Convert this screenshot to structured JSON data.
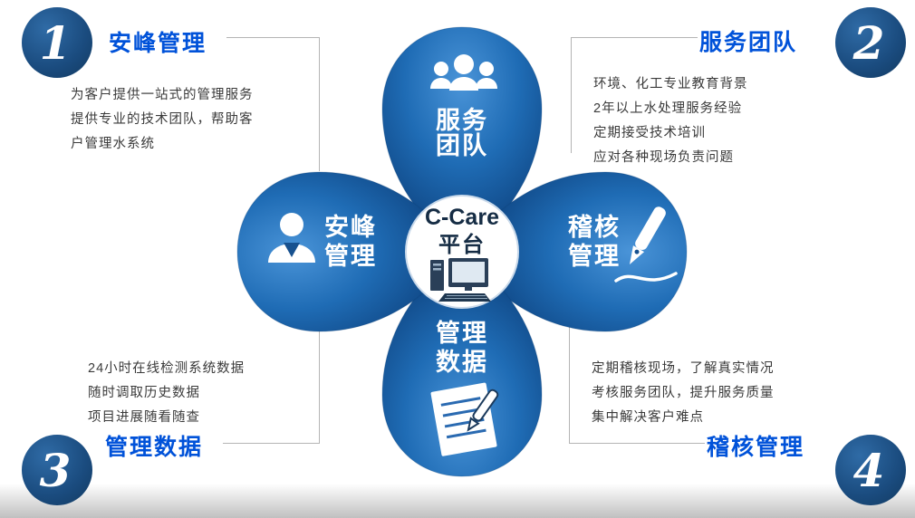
{
  "colors": {
    "accent_blue": "#0052d9",
    "badge_blue": "#1a4b7e",
    "petal_light": "#4a94d8",
    "petal_dark": "#0a3a74",
    "body_text": "#3a3a3a",
    "connector_gray": "#b4b4b4"
  },
  "sections": {
    "top_left": {
      "number": "1",
      "heading": "安峰管理",
      "lines": [
        "为客户提供一站式的管理服务",
        "提供专业的技术团队，帮助客",
        "户管理水系统"
      ]
    },
    "top_right": {
      "number": "2",
      "heading": "服务团队",
      "lines": [
        "环境、化工专业教育背景",
        "2年以上水处理服务经验",
        "定期接受技术培训",
        "应对各种现场负责问题"
      ]
    },
    "bottom_left": {
      "number": "3",
      "heading": "管理数据",
      "lines": [
        "24小时在线检测系统数据",
        "随时调取历史数据",
        "项目进展随看随查"
      ]
    },
    "bottom_right": {
      "number": "4",
      "heading": "稽核管理",
      "lines": [
        "定期稽核现场，了解真实情况",
        "考核服务团队，提升服务质量",
        "集中解决客户难点"
      ]
    }
  },
  "flower": {
    "center": {
      "line1": "C-Care",
      "line2": "平台",
      "icon": "computer-icon"
    },
    "petals": {
      "top": {
        "line1": "服务",
        "line2": "团队",
        "icon": "team-icon"
      },
      "left": {
        "line1": "安峰",
        "line2": "管理",
        "icon": "manager-icon"
      },
      "right": {
        "line1": "稽核",
        "line2": "管理",
        "icon": "pen-icon"
      },
      "bottom": {
        "line1": "管理",
        "line2": "数据",
        "icon": "notepad-pen-icon"
      }
    }
  }
}
